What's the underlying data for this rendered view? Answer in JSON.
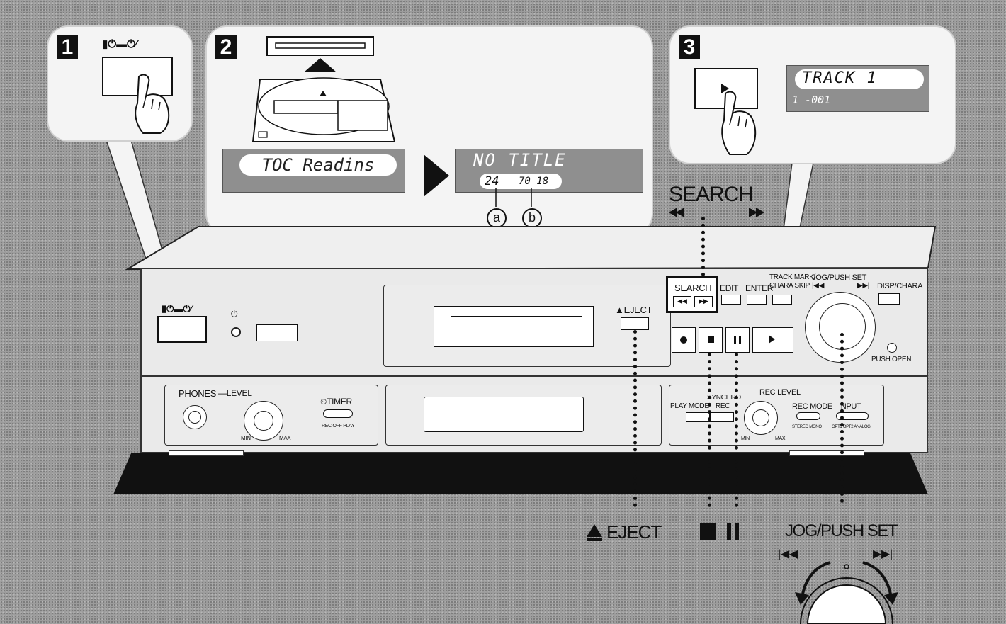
{
  "steps": {
    "step1": "1",
    "step2": "2",
    "step3": "3"
  },
  "lcd": {
    "toc_reading": "TOC Readins",
    "no_title": "NO TITLE",
    "tracks_value": "24",
    "time_value": "70 18",
    "marker_a": "a",
    "marker_b": "b",
    "track_line1": "TRACK 1",
    "track_line2": "1 -001"
  },
  "callouts": {
    "search_label": "SEARCH",
    "eject_label": "EJECT",
    "jog_label": "JOG/PUSH SET"
  },
  "front_panel": {
    "eject_label": "EJECT",
    "search_label": "SEARCH",
    "edit_label": "EDIT",
    "enter_label": "ENTER",
    "track_mark_label": "TRACK MARK/",
    "char_skip_label": "CHARA SKIP",
    "jog_push_set_label": "JOG/PUSH SET",
    "disp_chara_label": "DISP/CHARA",
    "push_open_label": "PUSH OPEN",
    "phones_label": "PHONES",
    "level_label": "LEVEL",
    "min_label": "MIN",
    "max_label": "MAX",
    "timer_label": "TIMER",
    "timer_options": "REC OFF PLAY",
    "synchro_label": "SYNCHRO",
    "rec_label": "REC",
    "play_mode_label": "PLAY MODE",
    "rec_level_label": "REC LEVEL",
    "rec_mode_label": "REC MODE",
    "rec_mode_options": "STEREO MONO",
    "input_label": "INPUT",
    "input_options": "OPT1 OPT2 ANALOG"
  }
}
